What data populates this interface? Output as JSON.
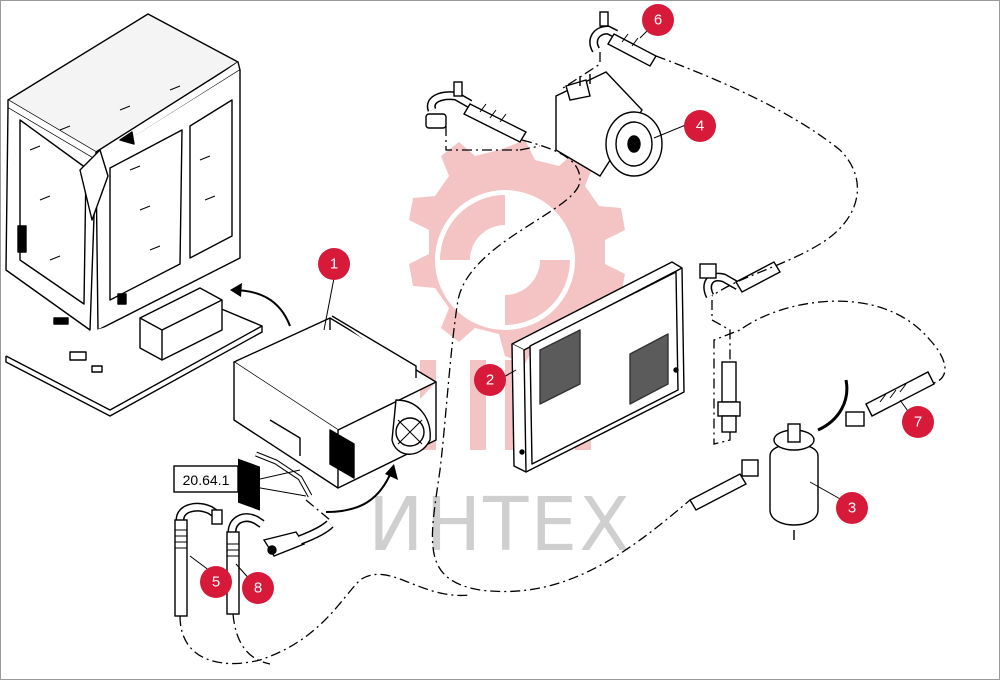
{
  "watermark": {
    "text": "ИНТЕХ",
    "color": "#d0d0d0",
    "logo_color": "#f3b9b9"
  },
  "reference_label": "20.64.1",
  "callouts": [
    {
      "id": "1",
      "text": "1"
    },
    {
      "id": "2",
      "text": "2"
    },
    {
      "id": "3",
      "text": "3"
    },
    {
      "id": "4",
      "text": "4"
    },
    {
      "id": "5",
      "text": "5"
    },
    {
      "id": "6",
      "text": "6"
    },
    {
      "id": "7",
      "text": "7"
    },
    {
      "id": "8",
      "text": "8"
    }
  ],
  "colors": {
    "callout_fill": "#d7193a",
    "line": "#000000"
  }
}
